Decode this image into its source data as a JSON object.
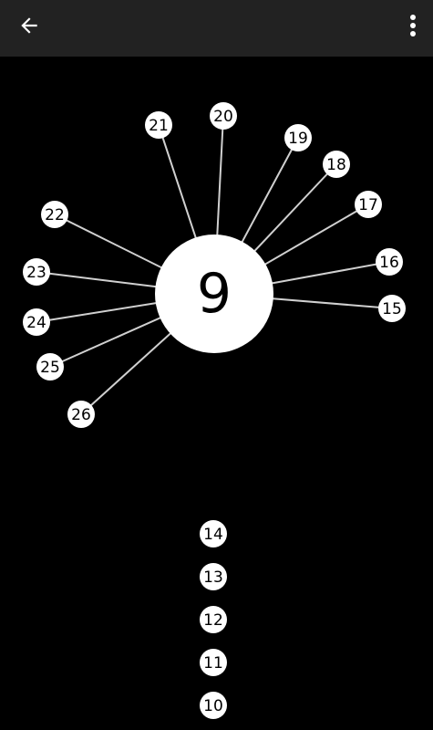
{
  "appbar": {
    "back_icon": "arrow-back-icon",
    "menu_icon": "more-vert-icon",
    "background": "#222222"
  },
  "game": {
    "level": "9",
    "stuck_pins": [
      "15",
      "16",
      "17",
      "18",
      "19",
      "20",
      "21",
      "22",
      "23",
      "24",
      "25",
      "26"
    ],
    "queued_pins": [
      "14",
      "13",
      "12",
      "11",
      "10"
    ],
    "colors": {
      "background": "#000000",
      "hub": "#ffffff",
      "pin": "#ffffff",
      "line": "#d0d0d0"
    }
  }
}
